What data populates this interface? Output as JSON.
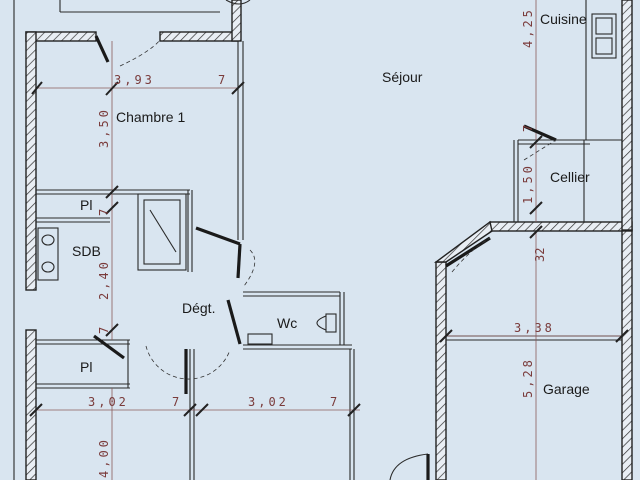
{
  "rooms": {
    "sejour": "Séjour",
    "cuisine": "Cuisine",
    "cellier": "Cellier",
    "chambre1": "Chambre 1",
    "sdb": "SDB",
    "pl_top": "Pl",
    "pl_bottom": "Pl",
    "degt": "Dégt.",
    "wc": "Wc",
    "garage": "Garage"
  },
  "dimensions": {
    "chambre1_width": "3,93",
    "chambre1_width_wall": "7",
    "chambre1_depth": "3,50",
    "cuisine_depth": "4,25",
    "cellier_depth": "1,50",
    "cellier_wall": "7",
    "sdb_depth": "2,40",
    "sdb_wall": "7",
    "garage_gap": "32",
    "garage_width": "3,38",
    "garage_depth": "5,28",
    "bedroom_left_width": "3,02",
    "bedroom_left_wall": "7",
    "bedroom_right_width": "3,02",
    "bedroom_right_wall": "7",
    "bedroom_depth": "4,00",
    "pl_wall": "7"
  },
  "colors": {
    "background": "#d9e5f0",
    "wall": "#222222",
    "dimension": "#7a3b3b"
  }
}
